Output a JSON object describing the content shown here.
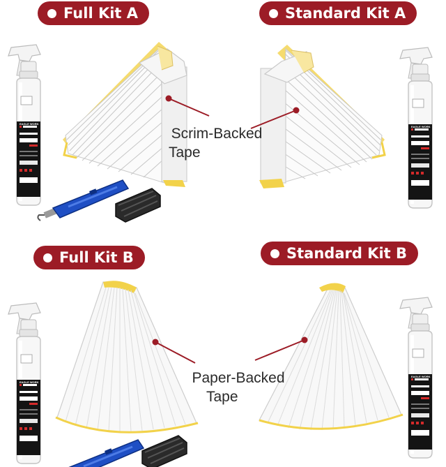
{
  "kits": {
    "full_a": "Full Kit A",
    "standard_a": "Standard Kit A",
    "full_b": "Full Kit B",
    "standard_b": "Standard Kit B"
  },
  "callouts": {
    "scrim_line1": "Scrim-Backed",
    "scrim_line2": "Tape",
    "paper_line1": "Paper-Backed",
    "paper_line2": "Tape"
  },
  "bottle": {
    "brand": "EAGLE WORK",
    "line1": "GOLF REGRIPPING",
    "line2": "SOLVENT"
  },
  "colors": {
    "badge": "#9c1c26",
    "callout_line": "#9c1c26",
    "tape_edge": "#f2d24a",
    "hook_tool": "#1f4fc4",
    "clamp": "#222222"
  },
  "icons": [
    "spray-bottle-icon",
    "hook-blade-icon",
    "vise-clamp-icon"
  ]
}
